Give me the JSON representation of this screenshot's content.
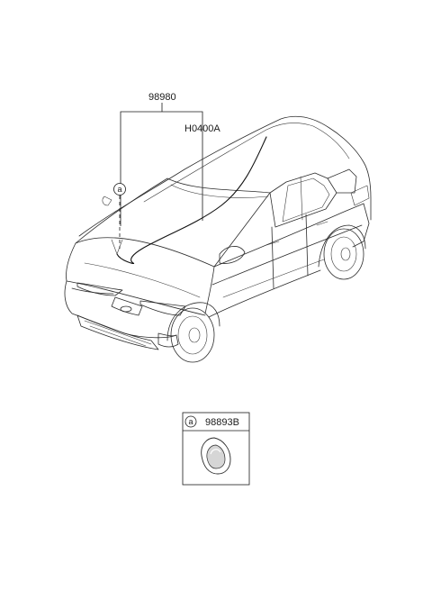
{
  "labels": {
    "main_assembly": "98980",
    "wiring_part": "H0400A",
    "callout_marker": "a"
  },
  "inset": {
    "marker": "a",
    "part_number": "98893B"
  }
}
